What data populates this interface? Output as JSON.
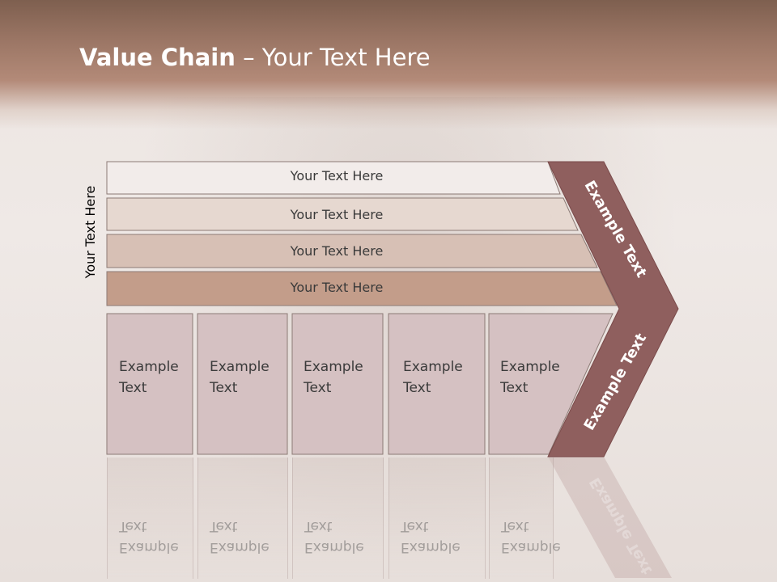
{
  "title": {
    "bold": "Value Chain",
    "rest": " – Your Text Here"
  },
  "vertical_label": "Your Text Here",
  "bars": [
    {
      "label": "Your Text Here",
      "color": "#f2ecea"
    },
    {
      "label": "Your Text Here",
      "color": "#e6d8d0"
    },
    {
      "label": "Your Text Here",
      "color": "#d7c0b5"
    },
    {
      "label": "Your Text Here",
      "color": "#c39d8a"
    }
  ],
  "boxes": [
    {
      "line1": "Example",
      "line2": "Text"
    },
    {
      "line1": "Example",
      "line2": "Text"
    },
    {
      "line1": "Example",
      "line2": "Text"
    },
    {
      "line1": "Example",
      "line2": "Text"
    },
    {
      "line1": "Example",
      "line2": "Text"
    }
  ],
  "chevron": {
    "upper_label": "Example Text",
    "lower_label": "Example Text",
    "color": "#8f5f5e"
  },
  "colors": {
    "box_fill": "#d5c1c2",
    "border": "#8c7a75"
  }
}
